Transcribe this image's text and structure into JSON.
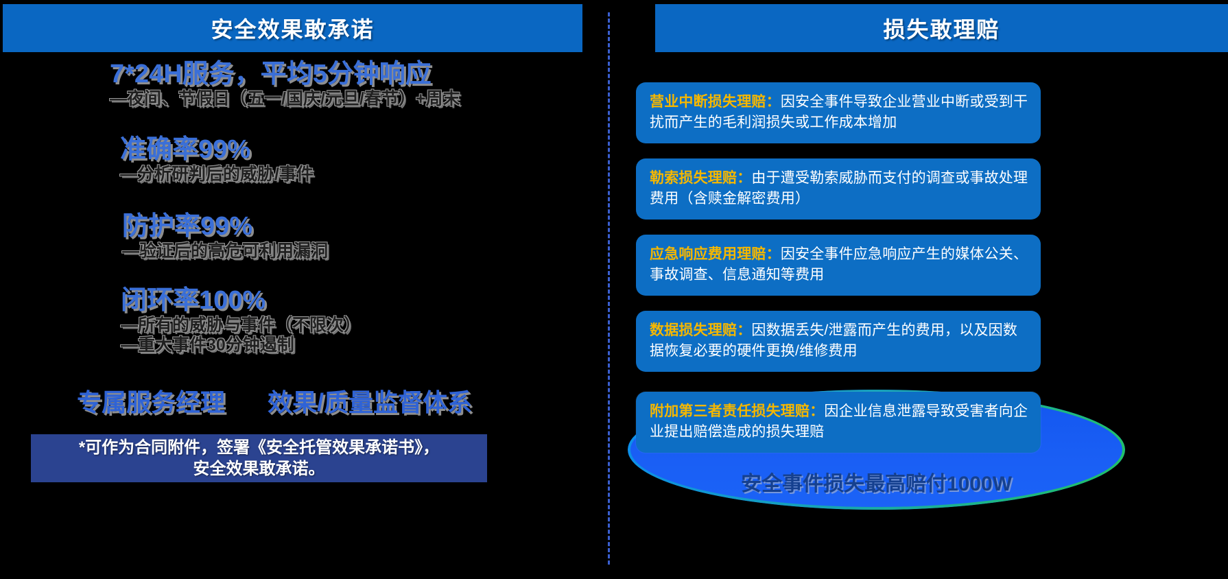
{
  "headers": {
    "left": "安全效果敢承诺",
    "right": "损失敢理赔"
  },
  "colors": {
    "header_blue": "#0a67c2",
    "card_blue": "#0d6ec4",
    "title_yellow": "#f5b700",
    "metric_blue": "#3a6fd8",
    "note_navy": "#2b4390",
    "ring_green": "#22c55e",
    "ring_fill": "#1a5ff5"
  },
  "left": {
    "metrics": [
      {
        "title": "7*24H服务，平均5分钟响应",
        "subs": [
          "—夜间、节假日（五一/国庆/元旦/春节）+周末"
        ]
      },
      {
        "title": "准确率99%",
        "subs": [
          "—分析研判后的威胁/事件"
        ]
      },
      {
        "title": "防护率99%",
        "subs": [
          "—验证后的高危可利用漏洞"
        ]
      },
      {
        "title": "闭环率100%",
        "subs": [
          "—所有的威胁与事件（不限次）",
          "—重大事件30分钟遏制"
        ]
      }
    ],
    "pillars": [
      "专属服务经理",
      "效果/质量监督体系"
    ],
    "note": [
      "*可作为合同附件，签署《安全托管效果承诺书》，",
      "安全效果敢承诺。"
    ]
  },
  "right": {
    "cards": [
      {
        "title": "营业中断损失理赔：",
        "body": "因安全事件导致企业营业中断或受到干扰而产生的毛利润损失或工作成本增加"
      },
      {
        "title": "勒索损失理赔：",
        "body": "由于遭受勒索威胁而支付的调查或事故处理费用（含赎金解密费用）"
      },
      {
        "title": "应急响应费用理赔：",
        "body": "因安全事件应急响应产生的媒体公关、事故调查、信息通知等费用"
      },
      {
        "title": "数据损失理赔：",
        "body": "因数据丢失/泄露而产生的费用，以及因数据恢复必要的硬件更换/维修费用"
      },
      {
        "title": "附加第三者责任损失理赔：",
        "body": "因企业信息泄露导致受害者向企业提出赔偿造成的损失理赔"
      }
    ],
    "ring_label": "安全事件损失最高赔付1000W"
  }
}
